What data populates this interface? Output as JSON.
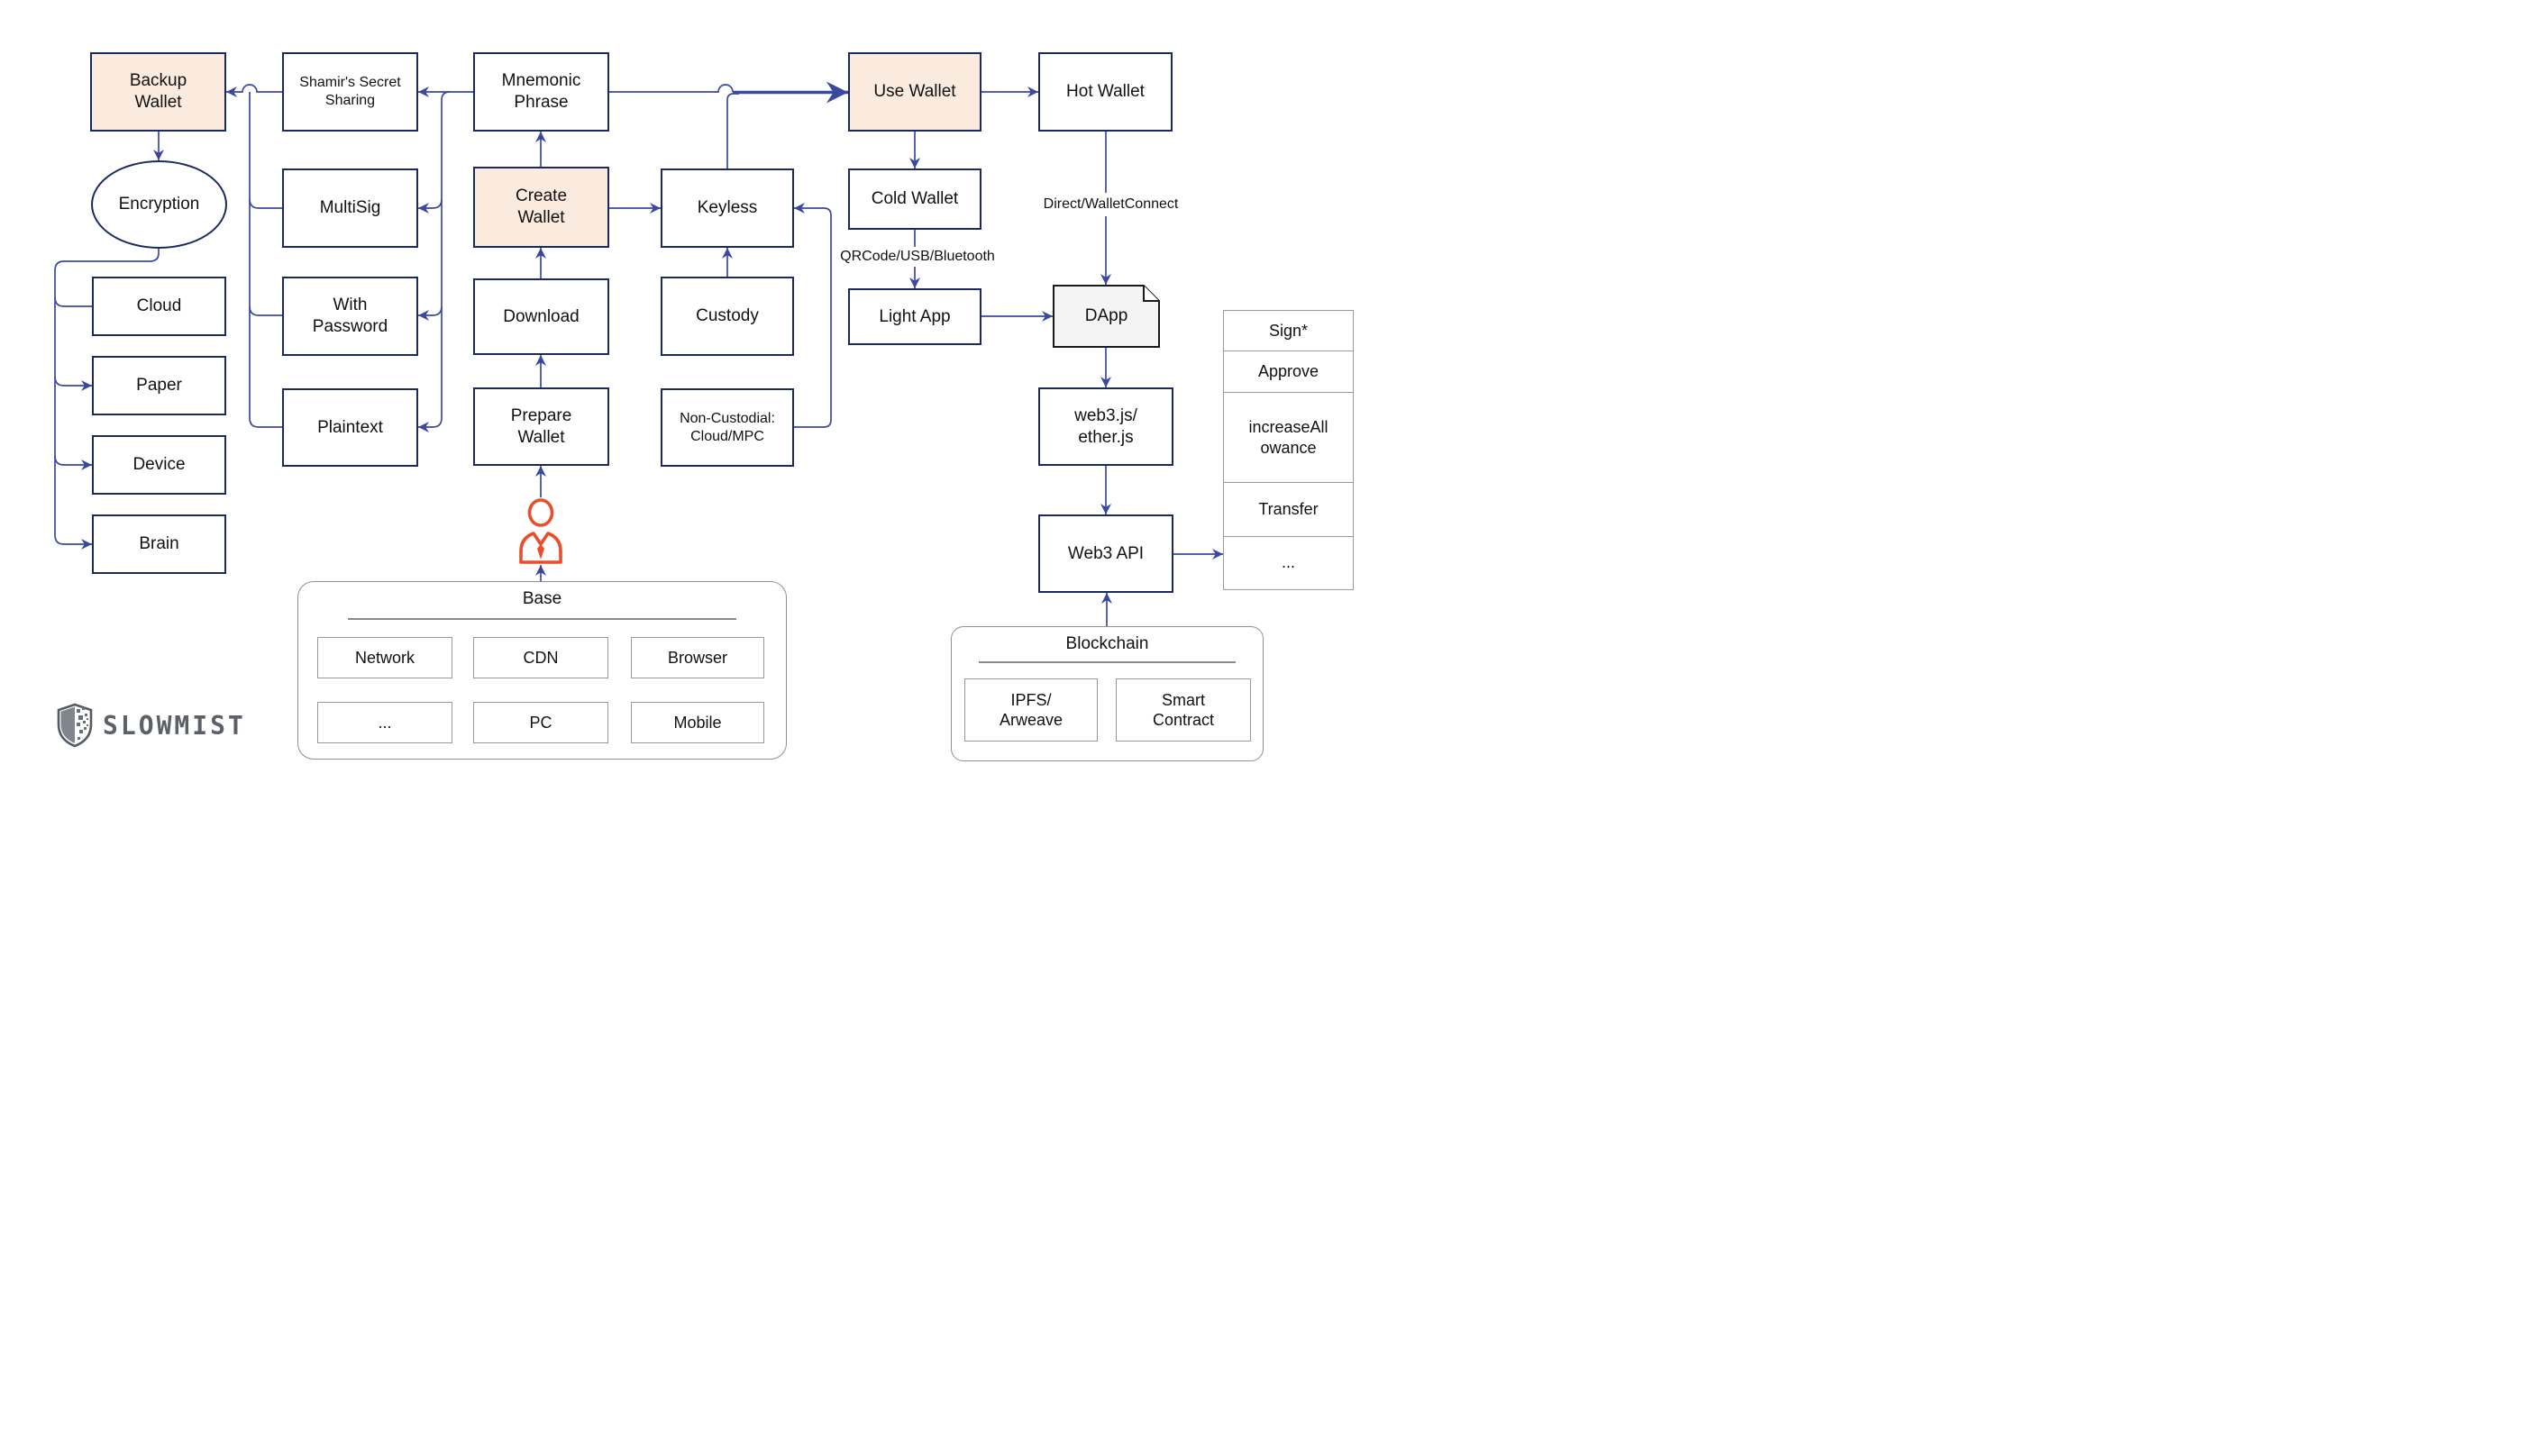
{
  "nodes": {
    "backup_wallet": "Backup\nWallet",
    "shamir": "Shamir's Secret\nSharing",
    "mnemonic": "Mnemonic\nPhrase",
    "use_wallet": "Use Wallet",
    "hot_wallet": "Hot Wallet",
    "encryption": "Encryption",
    "multisig": "MultiSig",
    "create_wallet": "Create\nWallet",
    "keyless": "Keyless",
    "cold_wallet": "Cold Wallet",
    "cloud": "Cloud",
    "with_password": "With\nPassword",
    "download": "Download",
    "custody": "Custody",
    "light_app": "Light App",
    "dapp": "DApp",
    "paper": "Paper",
    "plaintext": "Plaintext",
    "prepare_wallet": "Prepare\nWallet",
    "non_custodial": "Non-Custodial:\nCloud/MPC",
    "device": "Device",
    "brain": "Brain",
    "web3js": "web3.js/\nether.js",
    "web3_api": "Web3 API"
  },
  "edge_labels": {
    "direct_walletconnect": "Direct/WalletConnect",
    "qrcode_usb_bluetooth": "QRCode/USB/Bluetooth"
  },
  "stack": {
    "cells": [
      "Sign*",
      "Approve",
      "increaseAll\nowance",
      "Transfer",
      "..."
    ]
  },
  "base": {
    "title": "Base",
    "cells": [
      "Network",
      "CDN",
      "Browser",
      "...",
      "PC",
      "Mobile"
    ]
  },
  "blockchain": {
    "title": "Blockchain",
    "cells": [
      "IPFS/\nArweave",
      "Smart\nContract"
    ]
  },
  "logo": {
    "text": "SLOWMIST"
  },
  "colors": {
    "box_border": "#1b2a5e",
    "arrow": "#3a49a0",
    "peach_fill": "#fbeade",
    "note_fill": "#f4f4f4",
    "gray_border": "#999999",
    "person_orange": "#e8502b",
    "logo_gray": "#5c6067"
  }
}
